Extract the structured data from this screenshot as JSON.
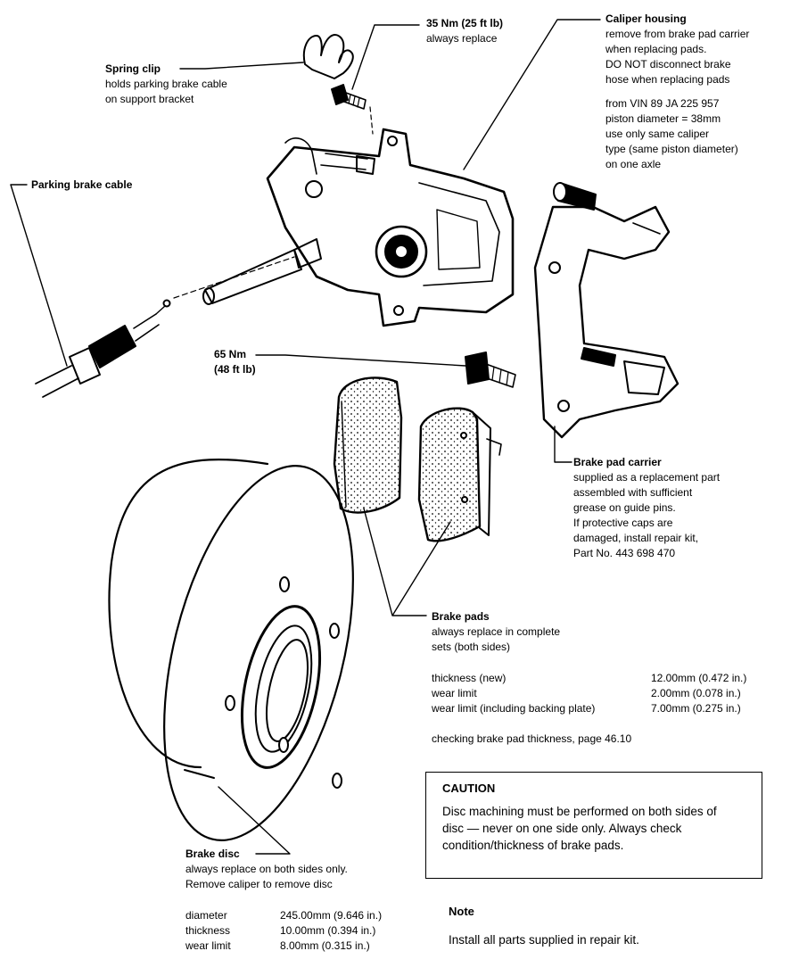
{
  "labels": {
    "torque_caliper": {
      "title": "35 Nm (25 ft lb)",
      "lines": [
        "always replace"
      ]
    },
    "caliper_housing": {
      "title": "Caliper housing",
      "lines": [
        "remove from brake pad carrier",
        "when replacing pads.",
        "DO NOT disconnect brake",
        "hose when replacing pads"
      ],
      "lines2": [
        "from VIN 89 JA 225 957",
        "piston diameter = 38mm",
        "use only same caliper",
        "type (same piston diameter)",
        "on one axle"
      ]
    },
    "spring_clip": {
      "title": "Spring clip",
      "lines": [
        "holds parking brake cable",
        "on support bracket"
      ]
    },
    "parking_cable": {
      "title": "Parking brake cable"
    },
    "torque_carrier": {
      "line1": "65 Nm",
      "line2": "(48 ft lb)"
    },
    "pad_carrier": {
      "title": "Brake pad carrier",
      "lines": [
        "supplied as a replacement part",
        "assembled with sufficient",
        "grease on guide pins.",
        "If protective caps are",
        "damaged, install repair kit,",
        "Part No. 443 698 470"
      ]
    },
    "brake_pads": {
      "title": "Brake pads",
      "lines": [
        "always replace in complete",
        "sets (both sides)"
      ],
      "specs": [
        {
          "label": "thickness (new)",
          "value": "12.00mm (0.472 in.)"
        },
        {
          "label": "wear limit",
          "value": "2.00mm (0.078 in.)"
        },
        {
          "label": "wear limit (including backing plate)",
          "value": "7.00mm (0.275 in.)"
        }
      ],
      "ref": "checking brake pad thickness, page 46.10"
    },
    "brake_disc": {
      "title": "Brake disc",
      "lines": [
        "always replace on both sides only.",
        "Remove caliper to remove disc"
      ],
      "specs": [
        {
          "label": "diameter",
          "value": "245.00mm (9.646 in.)"
        },
        {
          "label": "thickness",
          "value": "10.00mm (0.394 in.)"
        },
        {
          "label": "wear limit",
          "value": "8.00mm (0.315 in.)"
        }
      ]
    }
  },
  "caution": {
    "title": "CAUTION",
    "text": "Disc machining must be performed on both sides of disc — never on one side only. Always check condition/thickness of brake pads."
  },
  "note": {
    "title": "Note",
    "text": "Install all parts supplied in repair kit."
  }
}
